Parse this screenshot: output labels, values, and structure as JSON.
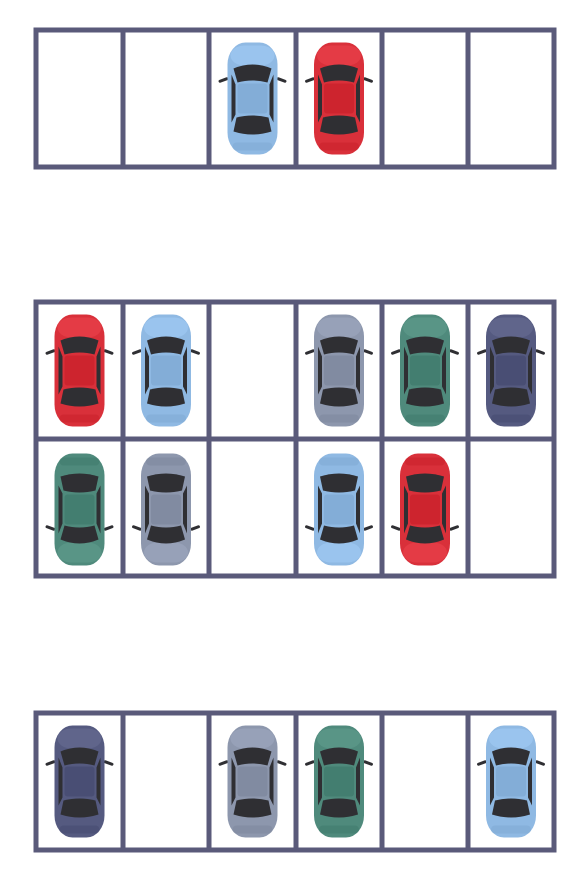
{
  "title": "",
  "colors": {
    "line": "#5a5a7a",
    "background": "#ffffff",
    "car_palette": {
      "blue": "#8fb9e3",
      "red": "#d9303a",
      "gray": "#8d97ad",
      "teal": "#4f8a7c",
      "navy": "#555a80"
    }
  },
  "lots": [
    {
      "name": "top-lot",
      "rows": [
        {
          "facing": "up",
          "spots": [
            null,
            null,
            "blue",
            "red",
            null,
            null
          ]
        }
      ]
    },
    {
      "name": "middle-lot",
      "rows": [
        {
          "facing": "up",
          "spots": [
            "red",
            "blue",
            null,
            "gray",
            "teal",
            "navy"
          ]
        },
        {
          "facing": "down",
          "spots": [
            "teal",
            "gray",
            null,
            "blue",
            "red",
            null
          ]
        }
      ]
    },
    {
      "name": "bottom-lot",
      "rows": [
        {
          "facing": "up",
          "spots": [
            "navy",
            null,
            "gray",
            "teal",
            null,
            "blue"
          ]
        }
      ]
    }
  ]
}
